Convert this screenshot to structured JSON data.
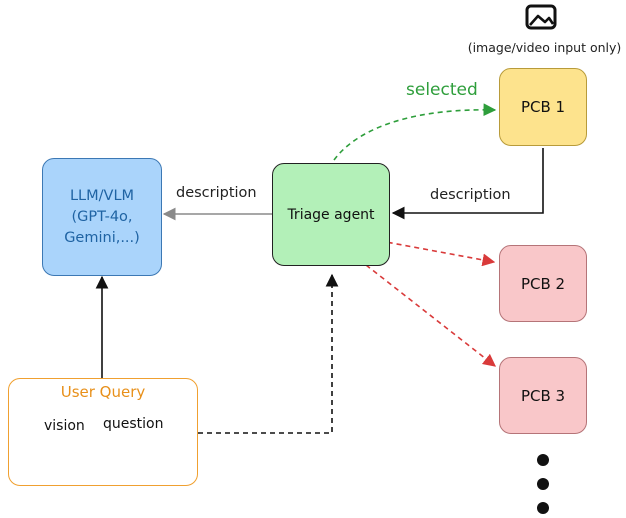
{
  "image_note": "(image/video input only)",
  "selected_label": "selected",
  "desc_left": "description",
  "desc_right": "description",
  "llm": {
    "line1": "LLM/VLM",
    "line2": "(GPT-4o,",
    "line3": "Gemini,...)"
  },
  "triage": "Triage agent",
  "pcb1": "PCB 1",
  "pcb2": "PCB 2",
  "pcb3": "PCB 3",
  "user_query": {
    "title": "User Query",
    "vision": "vision",
    "question": "question"
  },
  "colors": {
    "llm_fill": "#aad4fb",
    "llm_border": "#3c78b4",
    "llm_text": "#1f63a3",
    "triage_fill": "#b3f0b8",
    "triage_border": "#222222",
    "pcb1_fill": "#fde38d",
    "pcb1_border": "#b89b3a",
    "pcb_red_fill": "#f9c7c9",
    "pcb_red_border": "#b57478",
    "query_border": "#f0a030",
    "query_title": "#e8901a",
    "selected_green": "#2e9e3b",
    "red_arrow": "#d93a3a"
  }
}
